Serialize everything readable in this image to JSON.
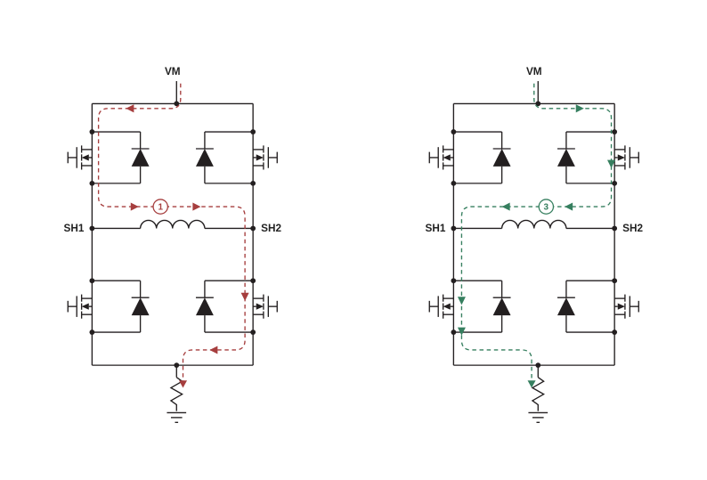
{
  "wire_color": "#231f20",
  "circuits": [
    {
      "labels": {
        "vm": "VM",
        "sh1": "SH1",
        "sh2": "SH2"
      },
      "badge": "1",
      "path_color": "#a63e3e"
    },
    {
      "labels": {
        "vm": "VM",
        "sh1": "SH1",
        "sh2": "SH2"
      },
      "badge": "3",
      "path_color": "#367f5f"
    }
  ]
}
